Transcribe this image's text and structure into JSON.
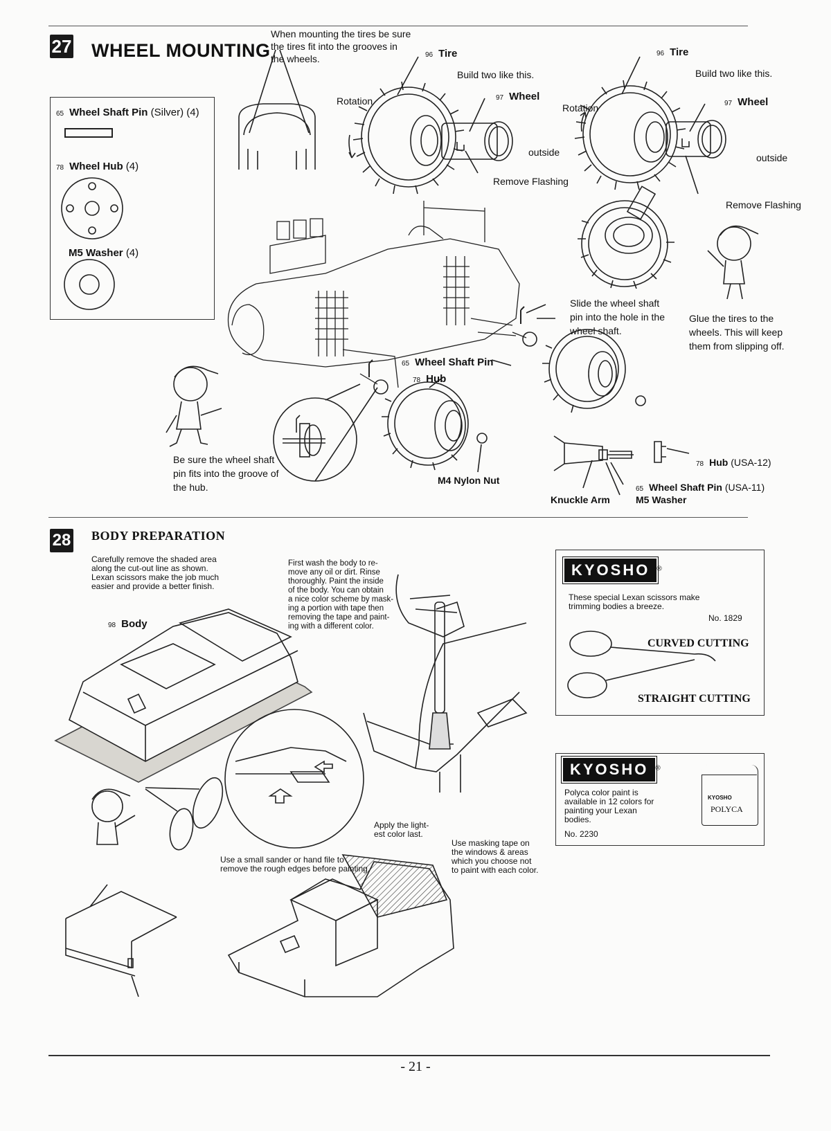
{
  "page_number": "- 21 -",
  "step27": {
    "number": "27",
    "title": "WHEEL MOUNTING",
    "top_note": [
      "When mounting the tires be sure",
      "the tires fit into the grooves in",
      "the wheels."
    ],
    "parts_box": [
      {
        "num": "65",
        "name": "Wheel Shaft Pin",
        "qty": "(Silver) (4)"
      },
      {
        "num": "78",
        "name": "Wheel Hub",
        "qty": "(4)"
      },
      {
        "num": "",
        "name": "M5 Washer",
        "qty": "(4)"
      }
    ],
    "left_wheel": {
      "tire_num": "96",
      "tire": "Tire",
      "build": "Build two like this.",
      "wheel_num": "97",
      "wheel": "Wheel",
      "rotation": "Rotation",
      "outside": "outside",
      "remove": "Remove Flashing"
    },
    "right_wheel": {
      "tire_num": "96",
      "tire": "Tire",
      "build": "Build two like this.",
      "wheel_num": "97",
      "wheel": "Wheel",
      "rotation": "Rotation",
      "outside": "outside",
      "remove": "Remove Flashing"
    },
    "slide_note": [
      "Slide the wheel shaft",
      "pin into the hole in the",
      "wheel shaft."
    ],
    "glue_note": [
      "Glue the tires to the",
      "wheels.  This will keep",
      "them from slipping off."
    ],
    "shaft_pin_num": "65",
    "shaft_pin": "Wheel Shaft Pin",
    "hub_num": "78",
    "hub": "Hub",
    "groove_note": [
      "Be sure the wheel shaft",
      "pin fits into the groove of",
      "the hub."
    ],
    "nylon_nut": "M4 Nylon Nut",
    "knuckle_arm": "Knuckle Arm",
    "hub_usa_num": "78",
    "hub_usa": "Hub",
    "hub_usa_code": "(USA-12)",
    "pin_usa_num": "65",
    "pin_usa": "Wheel Shaft Pin",
    "pin_usa_code": "(USA-11)",
    "m5_washer": "M5 Washer"
  },
  "step28": {
    "number": "28",
    "title": "BODY PREPARATION",
    "remove_note": [
      "Carefully remove the shaded area",
      "along the cut-out line as shown.",
      "Lexan scissors make the job much",
      "easier and provide a better finish."
    ],
    "body_num": "98",
    "body": "Body",
    "wash_note": [
      "First wash the body to re-",
      "move any oil or dirt. Rinse",
      "thoroughly. Paint the inside",
      "of the body. You can obtain",
      "a nice color scheme by mask-",
      "ing a portion with tape then",
      "removing the tape and paint-",
      "ing with a different color."
    ],
    "sander_note": [
      "Use a small sander or hand file to",
      "remove the rough edges before painting."
    ],
    "light_note": [
      "Apply the light-",
      "est color last."
    ],
    "mask_note": [
      "Use masking tape on",
      "the windows & areas",
      "which you choose not",
      "to paint with each color."
    ],
    "kyosho1": {
      "logo": "KYOSHO",
      "reg": "®",
      "text": [
        "These special Lexan scissors make",
        "trimming bodies a breeze."
      ],
      "no": "No. 1829",
      "curved": "CURVED CUTTING",
      "straight": "STRAIGHT CUTTING"
    },
    "kyosho2": {
      "logo": "KYOSHO",
      "reg": "®",
      "text": [
        "Polyca color paint is",
        "available in 12 colors for",
        "painting your Lexan",
        "bodies."
      ],
      "no": "No. 2230",
      "jar_brand": "KYOSHO",
      "jar_label": "POLYCA"
    }
  }
}
